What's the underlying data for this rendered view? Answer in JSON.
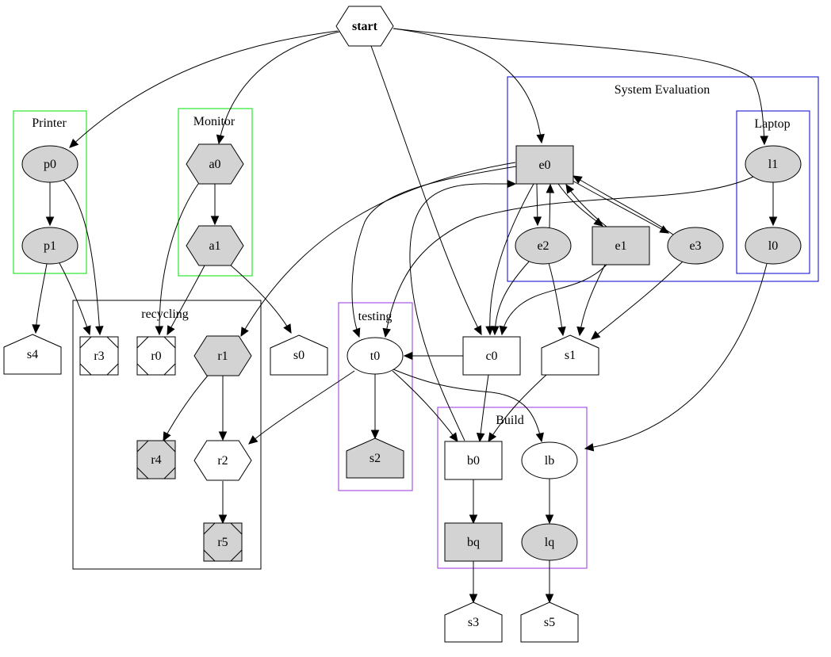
{
  "diagram": {
    "type": "graphviz-digraph",
    "colors": {
      "filled": "#d3d3d3",
      "unfilled": "#ffffff",
      "stroke": "#000000",
      "cluster_green": "#00e000",
      "cluster_blue": "#0000cc",
      "cluster_purple": "#9a30e0",
      "cluster_black": "#000000"
    },
    "clusters": [
      {
        "id": "printer",
        "label": "Printer",
        "color": "cluster_green"
      },
      {
        "id": "monitor",
        "label": "Monitor",
        "color": "cluster_green"
      },
      {
        "id": "recycling",
        "label": "recycling",
        "color": "cluster_black"
      },
      {
        "id": "system_evaluation",
        "label": "System Evaluation",
        "color": "cluster_blue"
      },
      {
        "id": "laptop",
        "label": "Laptop",
        "color": "cluster_blue"
      },
      {
        "id": "testing",
        "label": "testing",
        "color": "cluster_purple"
      },
      {
        "id": "build",
        "label": "Build",
        "color": "cluster_purple"
      }
    ],
    "nodes": [
      {
        "id": "start",
        "label": "start",
        "shape": "hexagon",
        "filled": false,
        "bold": true
      },
      {
        "id": "p0",
        "label": "p0",
        "shape": "ellipse",
        "filled": true,
        "cluster": "printer"
      },
      {
        "id": "p1",
        "label": "p1",
        "shape": "ellipse",
        "filled": true,
        "cluster": "printer"
      },
      {
        "id": "a0",
        "label": "a0",
        "shape": "hexagon",
        "filled": true,
        "cluster": "monitor"
      },
      {
        "id": "a1",
        "label": "a1",
        "shape": "hexagon",
        "filled": true,
        "cluster": "monitor"
      },
      {
        "id": "e0",
        "label": "e0",
        "shape": "box",
        "filled": true,
        "cluster": "system_evaluation"
      },
      {
        "id": "e1",
        "label": "e1",
        "shape": "box",
        "filled": true,
        "cluster": "system_evaluation"
      },
      {
        "id": "e2",
        "label": "e2",
        "shape": "ellipse",
        "filled": true,
        "cluster": "system_evaluation"
      },
      {
        "id": "e3",
        "label": "e3",
        "shape": "ellipse",
        "filled": true,
        "cluster": "system_evaluation"
      },
      {
        "id": "l1",
        "label": "l1",
        "shape": "ellipse",
        "filled": true,
        "cluster": "laptop"
      },
      {
        "id": "l0",
        "label": "l0",
        "shape": "ellipse",
        "filled": true,
        "cluster": "laptop"
      },
      {
        "id": "s4",
        "label": "s4",
        "shape": "house",
        "filled": false
      },
      {
        "id": "r3",
        "label": "r3",
        "shape": "Msquare",
        "filled": false,
        "cluster": "recycling"
      },
      {
        "id": "r0",
        "label": "r0",
        "shape": "Msquare",
        "filled": false,
        "cluster": "recycling"
      },
      {
        "id": "r1",
        "label": "r1",
        "shape": "hexagon",
        "filled": true,
        "cluster": "recycling"
      },
      {
        "id": "r4",
        "label": "r4",
        "shape": "Msquare",
        "filled": true,
        "cluster": "recycling"
      },
      {
        "id": "r2",
        "label": "r2",
        "shape": "hexagon",
        "filled": false,
        "cluster": "recycling"
      },
      {
        "id": "r5",
        "label": "r5",
        "shape": "Msquare",
        "filled": true,
        "cluster": "recycling"
      },
      {
        "id": "s0",
        "label": "s0",
        "shape": "house",
        "filled": false
      },
      {
        "id": "t0",
        "label": "t0",
        "shape": "ellipse",
        "filled": false,
        "cluster": "testing"
      },
      {
        "id": "s2",
        "label": "s2",
        "shape": "house",
        "filled": true,
        "cluster": "testing"
      },
      {
        "id": "c0",
        "label": "c0",
        "shape": "box",
        "filled": false
      },
      {
        "id": "s1",
        "label": "s1",
        "shape": "house",
        "filled": false
      },
      {
        "id": "b0",
        "label": "b0",
        "shape": "box",
        "filled": false,
        "cluster": "build"
      },
      {
        "id": "lb",
        "label": "lb",
        "shape": "ellipse",
        "filled": false,
        "cluster": "build"
      },
      {
        "id": "bq",
        "label": "bq",
        "shape": "box",
        "filled": true,
        "cluster": "build"
      },
      {
        "id": "lq",
        "label": "lq",
        "shape": "ellipse",
        "filled": true,
        "cluster": "build"
      },
      {
        "id": "s3",
        "label": "s3",
        "shape": "house",
        "filled": false
      },
      {
        "id": "s5",
        "label": "s5",
        "shape": "house",
        "filled": false
      }
    ],
    "edges": [
      {
        "from": "start",
        "to": "p0"
      },
      {
        "from": "start",
        "to": "a0"
      },
      {
        "from": "start",
        "to": "e0"
      },
      {
        "from": "start",
        "to": "l1"
      },
      {
        "from": "start",
        "to": "c0"
      },
      {
        "from": "p0",
        "to": "p1"
      },
      {
        "from": "p0",
        "to": "r3"
      },
      {
        "from": "p1",
        "to": "s4"
      },
      {
        "from": "p1",
        "to": "r3"
      },
      {
        "from": "a0",
        "to": "a1"
      },
      {
        "from": "a0",
        "to": "r0"
      },
      {
        "from": "a1",
        "to": "r0"
      },
      {
        "from": "a1",
        "to": "s0"
      },
      {
        "from": "e0",
        "to": "e2"
      },
      {
        "from": "e2",
        "to": "e0"
      },
      {
        "from": "e0",
        "to": "e1"
      },
      {
        "from": "e1",
        "to": "e0"
      },
      {
        "from": "e0",
        "to": "e3"
      },
      {
        "from": "e3",
        "to": "e0"
      },
      {
        "from": "e0",
        "to": "r1"
      },
      {
        "from": "e0",
        "to": "t0"
      },
      {
        "from": "e0",
        "to": "c0"
      },
      {
        "from": "b0",
        "to": "e0"
      },
      {
        "from": "e2",
        "to": "c0"
      },
      {
        "from": "e2",
        "to": "s1"
      },
      {
        "from": "e1",
        "to": "c0"
      },
      {
        "from": "e1",
        "to": "s1"
      },
      {
        "from": "e3",
        "to": "s1"
      },
      {
        "from": "l1",
        "to": "l0"
      },
      {
        "from": "l1",
        "to": "t0"
      },
      {
        "from": "l0",
        "to": "lb"
      },
      {
        "from": "r1",
        "to": "r4"
      },
      {
        "from": "r1",
        "to": "r2"
      },
      {
        "from": "r2",
        "to": "r5"
      },
      {
        "from": "c0",
        "to": "t0"
      },
      {
        "from": "c0",
        "to": "b0"
      },
      {
        "from": "t0",
        "to": "s2"
      },
      {
        "from": "t0",
        "to": "r2"
      },
      {
        "from": "t0",
        "to": "b0"
      },
      {
        "from": "t0",
        "to": "lb"
      },
      {
        "from": "s1",
        "to": "b0"
      },
      {
        "from": "b0",
        "to": "bq"
      },
      {
        "from": "lb",
        "to": "lq"
      },
      {
        "from": "bq",
        "to": "s3"
      },
      {
        "from": "lq",
        "to": "s5"
      }
    ]
  }
}
